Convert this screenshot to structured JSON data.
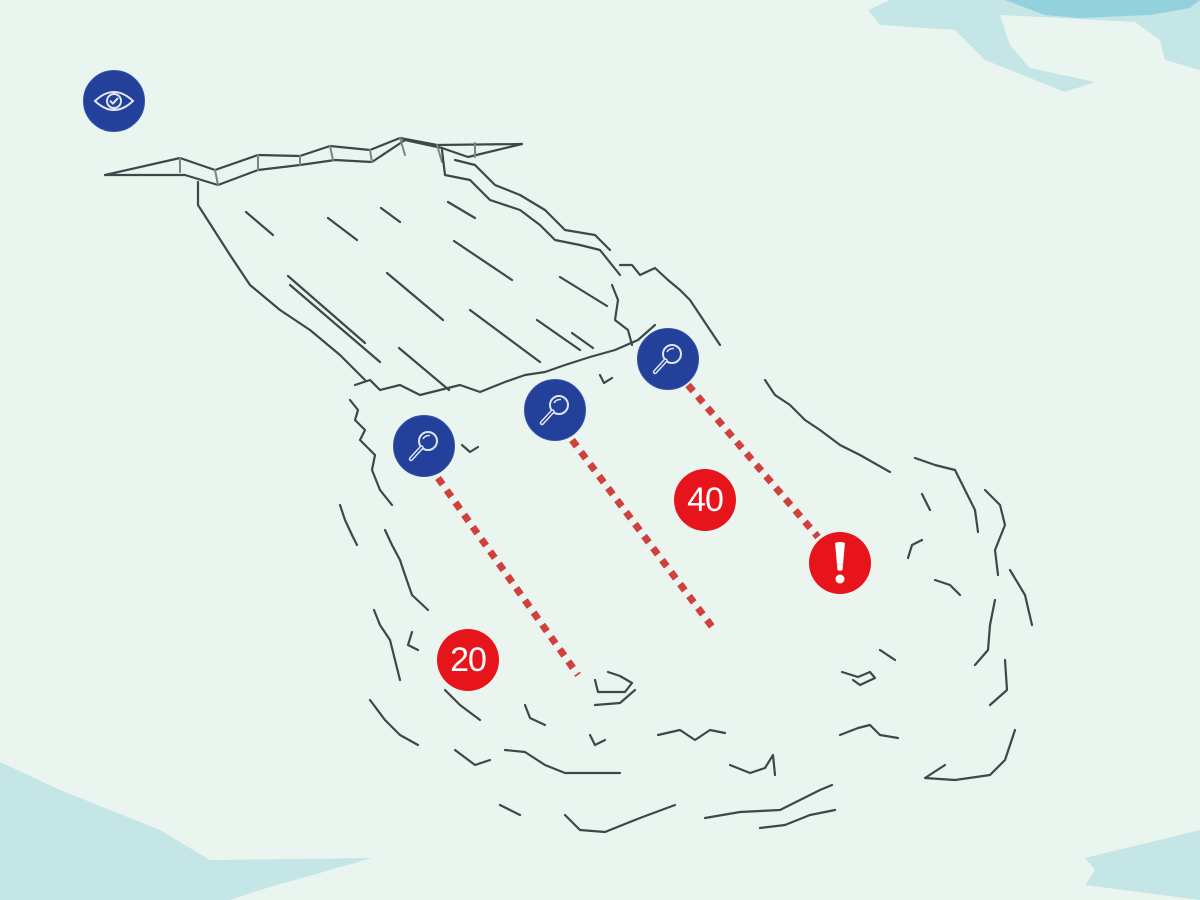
{
  "map": {
    "background_color": "#ebf5ef",
    "water_color": "#c4e6e6",
    "deep_water_color": "#93d1dc",
    "sketch_color": "#3a4a4a",
    "route_color": "#d0413e"
  },
  "legend_marker": {
    "icon": "eye-check-icon",
    "color": "#23409a"
  },
  "markers": [
    {
      "id": "search-1",
      "type": "search",
      "icon": "magnifier-icon",
      "color": "#23409a"
    },
    {
      "id": "search-2",
      "type": "search",
      "icon": "magnifier-icon",
      "color": "#23409a"
    },
    {
      "id": "search-3",
      "type": "search",
      "icon": "magnifier-icon",
      "color": "#23409a"
    },
    {
      "id": "badge-20",
      "type": "count",
      "label": "20",
      "color": "#e8141c"
    },
    {
      "id": "badge-40",
      "type": "count",
      "label": "40",
      "color": "#e8141c"
    },
    {
      "id": "alert",
      "type": "alert",
      "icon": "exclamation-icon",
      "label": "!",
      "color": "#e8141c"
    }
  ]
}
